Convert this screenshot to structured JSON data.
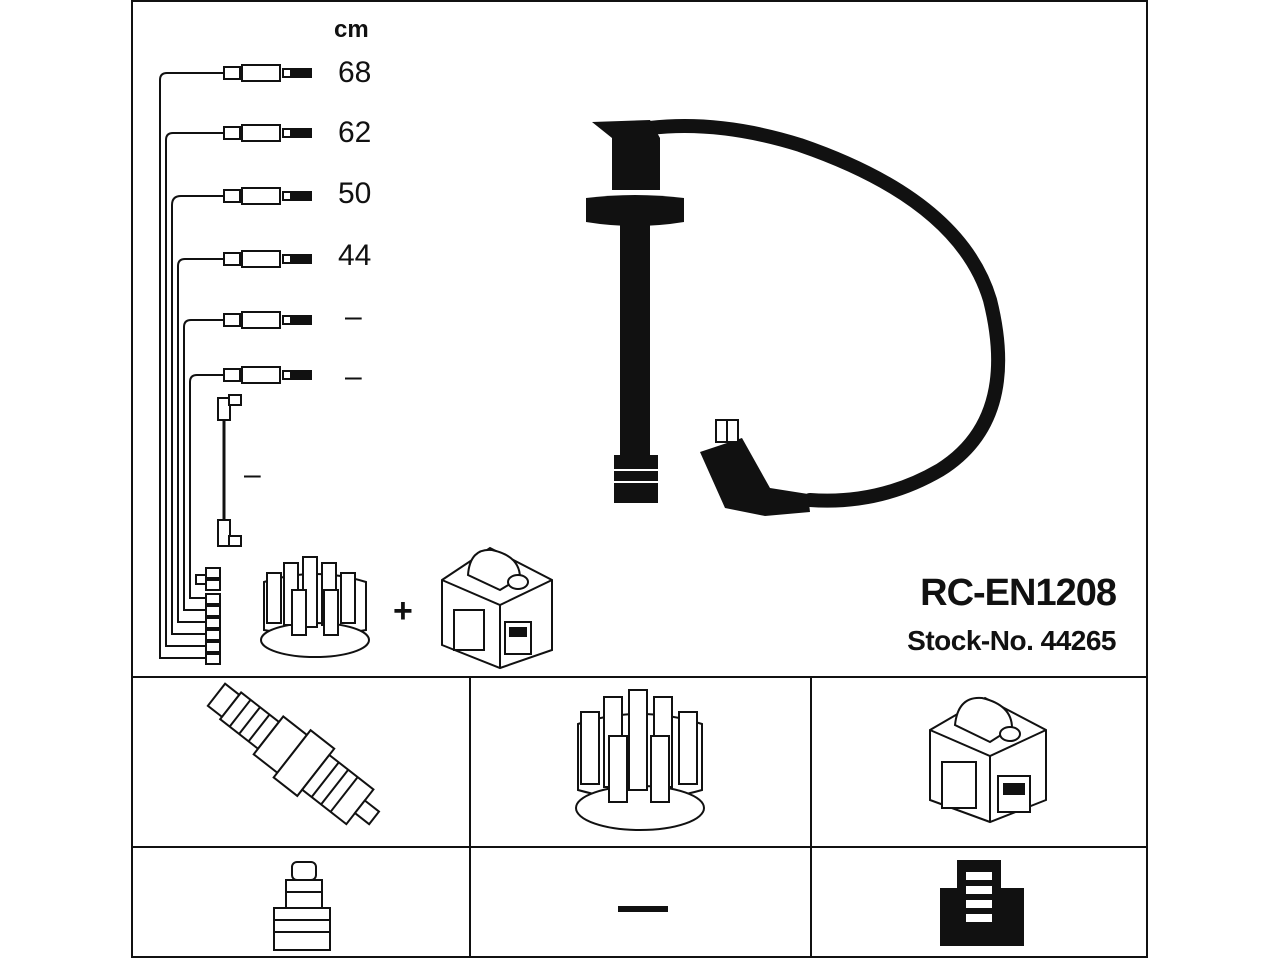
{
  "header": {
    "unit": "cm",
    "lengths": [
      "68",
      "62",
      "50",
      "44",
      "–",
      "–",
      "–"
    ]
  },
  "product": {
    "code": "RC-EN1208",
    "stock_number": "Stock-No. 44265",
    "plus_sign": "+"
  },
  "components": {
    "distributor_connection": "–"
  },
  "icons": [
    "ignition-lead-set-icon",
    "spark-plug-lead-icon",
    "distributor-cap-icon",
    "ignition-coil-icon",
    "spark-plug-icon",
    "plug-terminal-icon",
    "coil-terminal-icon"
  ]
}
